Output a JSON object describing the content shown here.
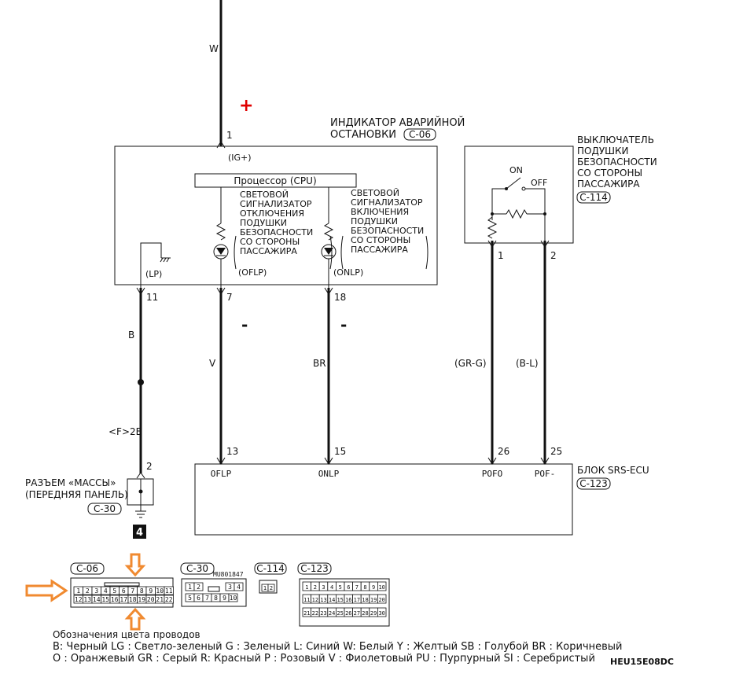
{
  "diagram": {
    "wire_w": "W",
    "plus_sign": "+",
    "minus_sign": "-",
    "indicator": {
      "title_line1": "ИНДИКАТОР АВАРИЙНОЙ",
      "title_line2": "ОСТАНОВКИ",
      "connector": "C-06",
      "pin_top": "1",
      "ig_label": "(IG+)",
      "cpu": "Процессор (CPU)",
      "lamp_off_lines": [
        "СВЕТОВОЙ",
        "СИГНАЛИЗАТОР",
        "ОТКЛЮЧЕНИЯ",
        "ПОДУШКИ",
        "БЕЗОПАСНОСТИ",
        "СО СТОРОНЫ",
        "ПАССАЖИРА"
      ],
      "lamp_on_lines": [
        "СВЕТОВОЙ",
        "СИГНАЛИЗАТОР",
        "ВКЛЮЧЕНИЯ",
        "ПОДУШКИ",
        "БЕЗОПАСНОСТИ",
        "СО СТОРОНЫ",
        "ПАССАЖИРА"
      ],
      "lp": "(LP)",
      "oflp": "(OFLP)",
      "onlp": "(ONLP)",
      "pin_lp": "11",
      "pin_oflp": "7",
      "pin_onlp": "18"
    },
    "switch": {
      "title_lines": [
        "ВЫКЛЮЧАТЕЛЬ",
        "ПОДУШКИ",
        "БЕЗОПАСНОСТИ",
        "СО СТОРОНЫ",
        "ПАССАЖИРА"
      ],
      "connector": "C-114",
      "on": "ON",
      "off": "OFF",
      "pin1": "1",
      "pin2": "2"
    },
    "wires": {
      "b": "B",
      "v": "V",
      "br": "BR",
      "gr_g": "(GR-G)",
      "b_l": "(B-L)",
      "f2b": "<F>2B"
    },
    "ground": {
      "pin": "2",
      "title_line1": "РАЗЪЕМ «МАССЫ»",
      "title_line2": "(ПЕРЕДНЯЯ ПАНЕЛЬ)",
      "connector": "C-30",
      "badge": "4"
    },
    "ecu": {
      "title": "БЛОК SRS-ECU",
      "connector": "C-123",
      "pin_oflp": "13",
      "pin_onlp": "15",
      "pin_pofo": "26",
      "pin_pof": "25",
      "label_oflp": "OFLP",
      "label_onlp": "ONLP",
      "label_pofo": "POFO",
      "label_pof": "POF-"
    }
  },
  "connectors": {
    "c06": {
      "label": "C-06",
      "row1": [
        "1",
        "2",
        "3",
        "4",
        "5",
        "6",
        "7",
        "8",
        "9",
        "10",
        "11"
      ],
      "row2": [
        "12",
        "13",
        "14",
        "15",
        "16",
        "17",
        "18",
        "19",
        "20",
        "21",
        "22"
      ]
    },
    "c30": {
      "label": "C-30",
      "part": "MU801847",
      "row1": [
        "1",
        "2",
        "3",
        "4"
      ],
      "row2": [
        "5",
        "6",
        "7",
        "8",
        "9",
        "10"
      ]
    },
    "c114": {
      "label": "C-114",
      "pins": [
        "1",
        "2"
      ]
    },
    "c123": {
      "label": "C-123",
      "row1": [
        "1",
        "2",
        "3",
        "4",
        "5",
        "6",
        "7",
        "8",
        "9",
        "10"
      ],
      "row2": [
        "11",
        "12",
        "13",
        "14",
        "15",
        "16",
        "17",
        "18",
        "19",
        "20"
      ],
      "row3": [
        "21",
        "22",
        "23",
        "24",
        "25",
        "26",
        "27",
        "28",
        "29",
        "30"
      ]
    }
  },
  "legend": {
    "title": "Обозначения цвета проводов",
    "line1": "B: Черный  LG : Светло-зеленый  G : Зеленый  L: Синий  W: Белый  Y : Желтый  SB : Голубой  BR : Коричневый",
    "line2": "O : Оранжевый  GR : Серый  R: Красный  P : Розовый  V : Фиолетовый  PU : Пурпурный  SI : Серебристый",
    "code": "HEU15E08DC"
  },
  "colors": {
    "plus": "#e00000",
    "arrow": "#f08a30",
    "line": "#111111"
  }
}
